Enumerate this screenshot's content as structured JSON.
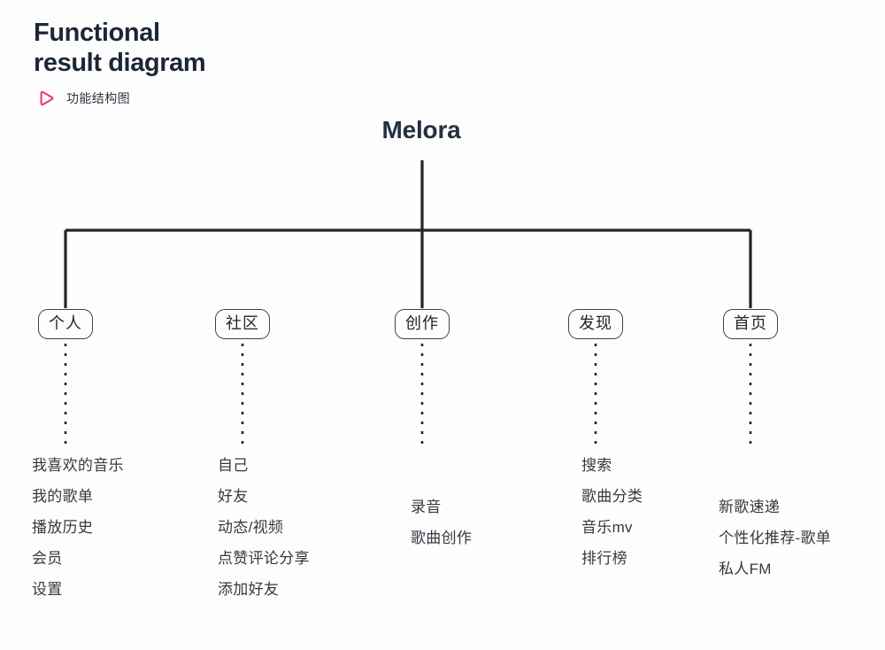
{
  "header": {
    "title_line1": "Functional",
    "title_line2": "result diagram",
    "subtitle": "功能结构图",
    "icon": "play-triangle-outline-icon",
    "accent_color": "#ee3465",
    "title_color": "#1d2733"
  },
  "diagram": {
    "root": {
      "label": "Melora"
    },
    "branches": [
      {
        "label": "个人",
        "leaves": [
          "我喜欢的音乐",
          "我的歌单",
          "播放历史",
          "会员",
          "设置"
        ]
      },
      {
        "label": "社区",
        "leaves": [
          "自己",
          "好友",
          "动态/视频",
          "点赞评论分享",
          "添加好友"
        ]
      },
      {
        "label": "创作",
        "leaves": [
          "录音",
          "歌曲创作"
        ]
      },
      {
        "label": "发现",
        "leaves": [
          "搜索",
          "歌曲分类",
          "音乐mv",
          "排行榜"
        ]
      },
      {
        "label": "首页",
        "leaves": [
          "新歌速递",
          "个性化推荐-歌单",
          "私人FM"
        ]
      }
    ]
  }
}
